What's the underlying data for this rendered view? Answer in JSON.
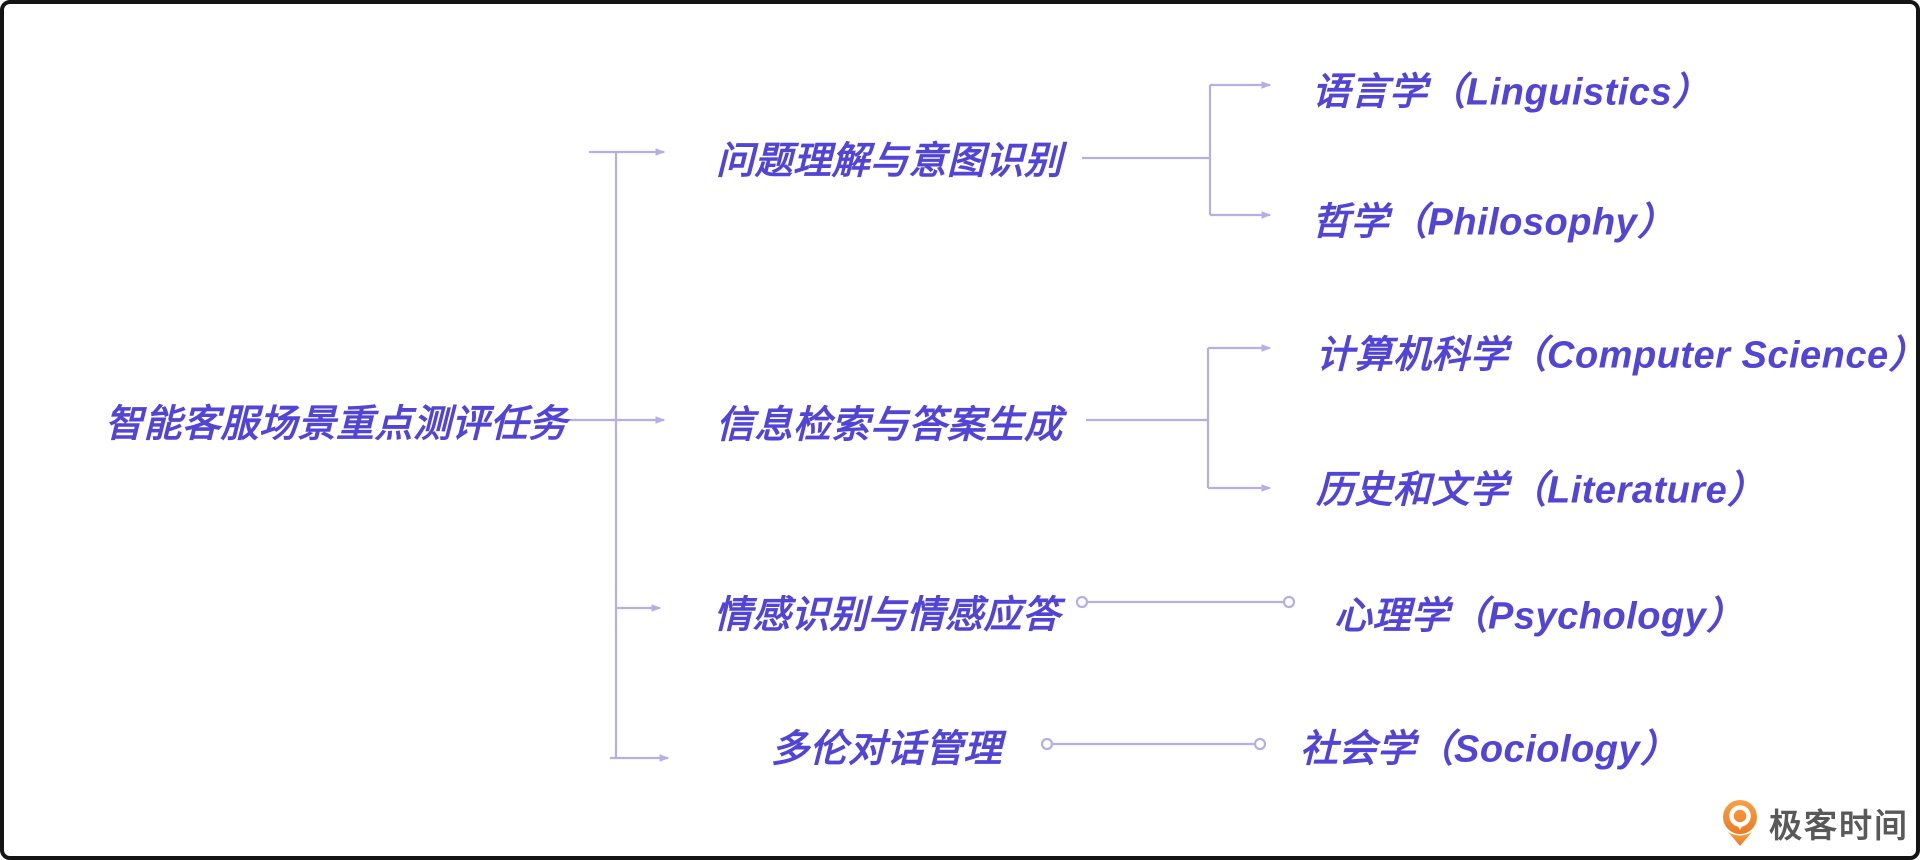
{
  "diagram": {
    "root": {
      "label": "智能客服场景重点测评任务"
    },
    "branches": [
      {
        "label": "问题理解与意图识别",
        "children": [
          {
            "label": "语言学（Linguistics）"
          },
          {
            "label": "哲学（Philosophy）"
          }
        ]
      },
      {
        "label": "信息检索与答案生成",
        "children": [
          {
            "label": "计算机科学（Computer Science）"
          },
          {
            "label": "历史和文学（Literature）"
          }
        ]
      },
      {
        "label": "情感识别与情感应答",
        "children": [
          {
            "label": "心理学（Psychology）"
          }
        ]
      },
      {
        "label": "多伦对话管理",
        "children": [
          {
            "label": "社会学（Sociology）"
          }
        ]
      }
    ]
  },
  "branding": {
    "logo_text": "极客时间",
    "logo_icon": "geektime-pin-icon"
  },
  "colors": {
    "node_text": "#5244d6",
    "connector": "#b6afe5",
    "logo_orange": "#f08130",
    "logo_text_gray": "#595959",
    "frame_border": "#141414"
  }
}
